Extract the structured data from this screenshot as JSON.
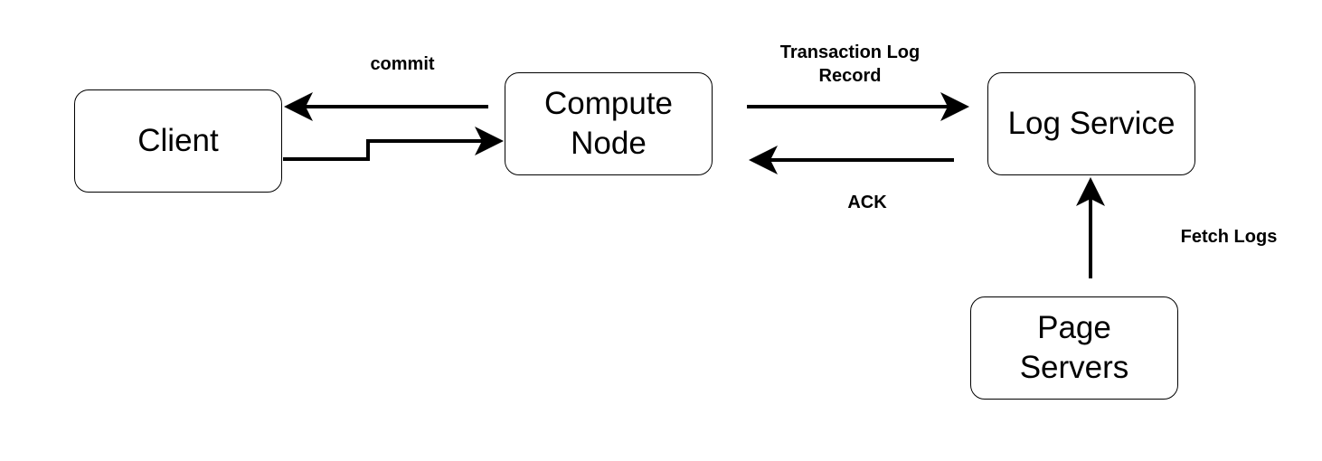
{
  "diagram": {
    "nodes": {
      "client": {
        "label": "Client"
      },
      "compute_node": {
        "line1": "Compute",
        "line2": "Node"
      },
      "log_service": {
        "label": "Log Service"
      },
      "page_servers": {
        "line1": "Page",
        "line2": "Servers"
      }
    },
    "edges": {
      "commit": {
        "label": "commit"
      },
      "transaction_log_record": {
        "line1": "Transaction Log",
        "line2": "Record"
      },
      "ack": {
        "label": "ACK"
      },
      "fetch_logs": {
        "label": "Fetch Logs"
      }
    }
  },
  "colors": {
    "stroke": "#000000",
    "background": "#ffffff"
  }
}
